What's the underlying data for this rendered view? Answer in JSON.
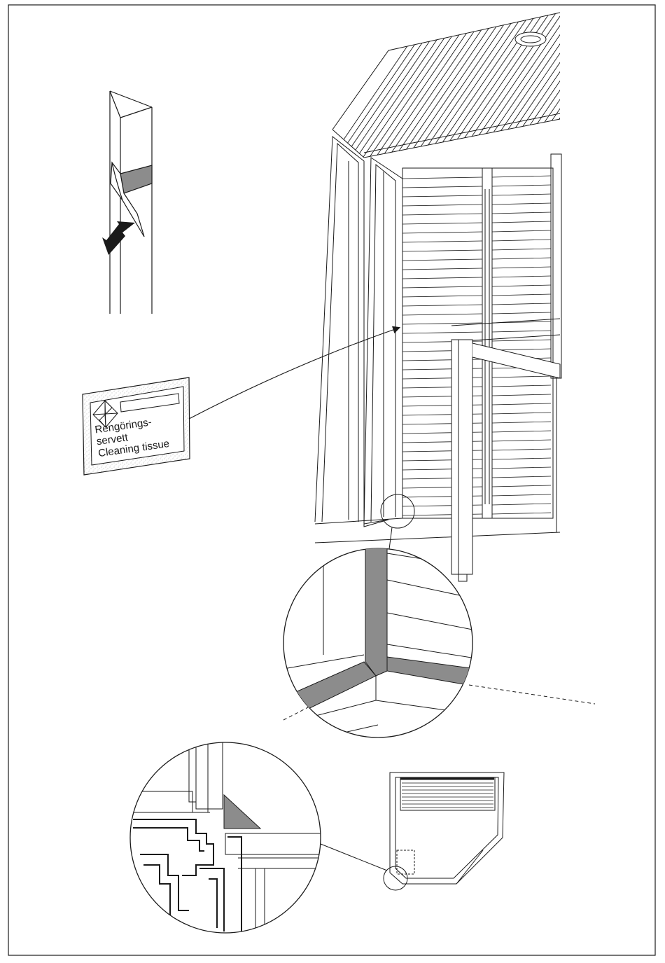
{
  "label_card": {
    "line1": "Rengörings-",
    "line2": "servett",
    "line3": "Cleaning tissue"
  },
  "colors": {
    "ink": "#1a1a1a",
    "strip_gray": "#8c8c8c",
    "card_speckle": "#9a9a9a",
    "background": "#ffffff"
  },
  "icons": {
    "arrow": "peel-direction-arrow",
    "logo": "pinwheel-logo-icon",
    "ceiling_lamp": "ceiling-lamp-icon"
  }
}
